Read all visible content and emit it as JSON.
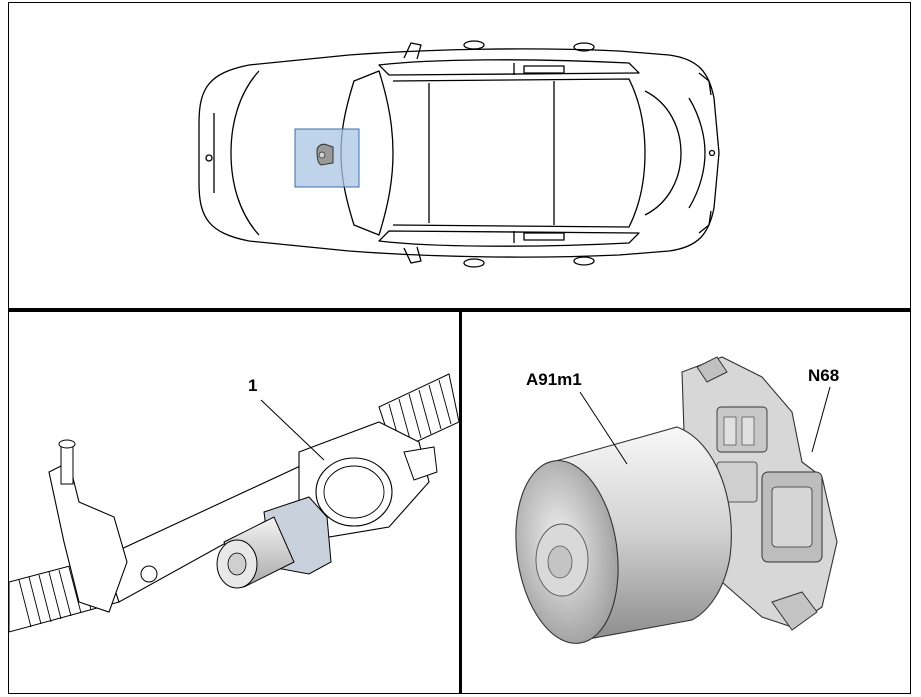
{
  "labels": {
    "steering_rack_component": "1",
    "motor": "A91m1",
    "control_unit": "N68"
  },
  "colors": {
    "highlight_box": "#a9c4e3",
    "highlight_border": "#3d6fa8",
    "metal_light": "#e6e6e6",
    "metal_dark": "#8a8a8a",
    "line": "#000000"
  }
}
